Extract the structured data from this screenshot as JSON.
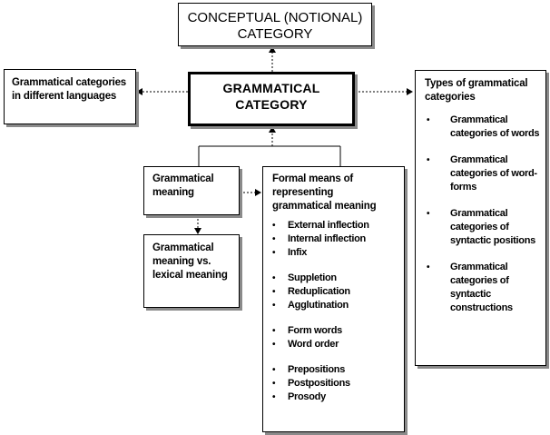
{
  "concept": {
    "line1": "CONCEPTUAL (NOTIONAL)",
    "line2": "CATEGORY"
  },
  "grammatical_category": {
    "line1": "GRAMMATICAL",
    "line2": "CATEGORY"
  },
  "languages": {
    "text": "Grammatical categories in different languages"
  },
  "grammatical_meaning": {
    "text": "Grammatical meaning"
  },
  "meaning_vs": {
    "text": "Grammatical meaning vs. lexical meaning"
  },
  "formal_means": {
    "title": "Formal means of representing grammatical meaning",
    "groups": [
      [
        "External inflection",
        "Internal inflection",
        "Infix"
      ],
      [
        "Suppletion",
        "Reduplication",
        "Agglutination"
      ],
      [
        "Form words",
        "Word order"
      ],
      [
        "Prepositions",
        "Postpositions",
        "Prosody"
      ]
    ]
  },
  "types": {
    "title": "Types of grammatical categories",
    "items": [
      "Grammatical categories of words",
      "Grammatical categories of word-forms",
      "Grammatical categories of syntactic positions",
      "Grammatical categories of syntactic constructions"
    ]
  },
  "bullet": "•"
}
